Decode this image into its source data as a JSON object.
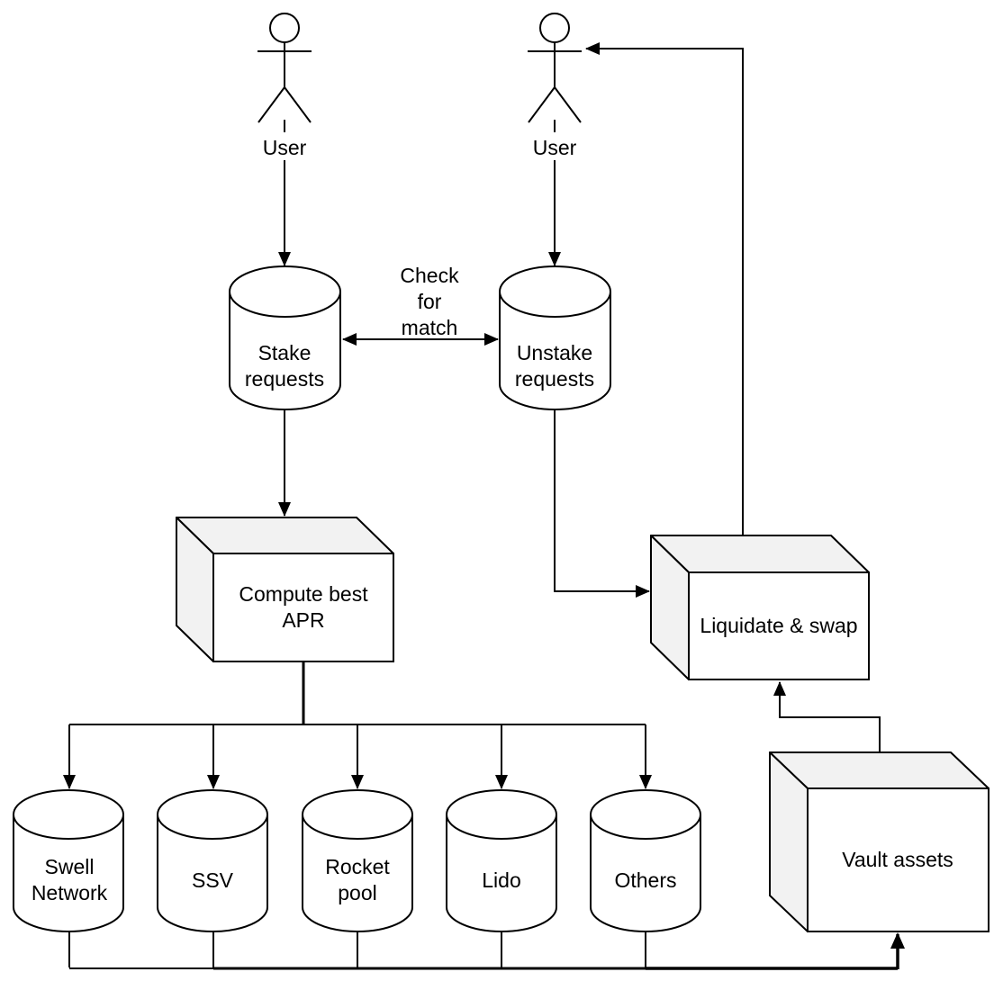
{
  "diagram": {
    "actors": [
      {
        "label": "User"
      },
      {
        "label": "User"
      }
    ],
    "nodes": {
      "stake_requests": {
        "shape": "cylinder",
        "lines": [
          "Stake",
          "requests"
        ]
      },
      "unstake_requests": {
        "shape": "cylinder",
        "lines": [
          "Unstake",
          "requests"
        ]
      },
      "compute_best_apr": {
        "shape": "cube",
        "lines": [
          "Compute best",
          "APR"
        ]
      },
      "liquidate_swap": {
        "shape": "cube",
        "label": "Liquidate & swap"
      },
      "vault_assets": {
        "shape": "cube",
        "label": "Vault assets"
      },
      "swell_network": {
        "shape": "cylinder",
        "lines": [
          "Swell",
          "Network"
        ]
      },
      "ssv": {
        "shape": "cylinder",
        "label": "SSV"
      },
      "rocket_pool": {
        "shape": "cylinder",
        "lines": [
          "Rocket",
          "pool"
        ]
      },
      "lido": {
        "shape": "cylinder",
        "label": "Lido"
      },
      "others": {
        "shape": "cylinder",
        "label": "Others"
      }
    },
    "edge_labels": {
      "check_for_match": [
        "Check",
        "for",
        "match"
      ]
    },
    "edges": [
      {
        "from": "user-1",
        "to": "stake_requests",
        "arrow": "end"
      },
      {
        "from": "user-2",
        "to": "unstake_requests",
        "arrow": "end"
      },
      {
        "from": "stake_requests",
        "to": "unstake_requests",
        "arrow": "both",
        "label": "Check for match"
      },
      {
        "from": "stake_requests",
        "to": "compute_best_apr",
        "arrow": "end"
      },
      {
        "from": "compute_best_apr",
        "to": "swell_network",
        "arrow": "end"
      },
      {
        "from": "compute_best_apr",
        "to": "ssv",
        "arrow": "end"
      },
      {
        "from": "compute_best_apr",
        "to": "rocket_pool",
        "arrow": "end"
      },
      {
        "from": "compute_best_apr",
        "to": "lido",
        "arrow": "end"
      },
      {
        "from": "compute_best_apr",
        "to": "others",
        "arrow": "end"
      },
      {
        "from": "unstake_requests",
        "to": "liquidate_swap",
        "arrow": "end"
      },
      {
        "from": "liquidate_swap",
        "to": "user-2",
        "arrow": "end"
      },
      {
        "from": "vault_assets",
        "to": "liquidate_swap",
        "arrow": "end"
      },
      {
        "from": "swell_network,ssv,rocket_pool,lido,others",
        "to": "vault_assets",
        "arrow": "end"
      }
    ],
    "colors": {
      "stroke": "#000000",
      "face": "#f2f2f2",
      "fill": "#ffffff",
      "background": "#ffffff"
    }
  }
}
